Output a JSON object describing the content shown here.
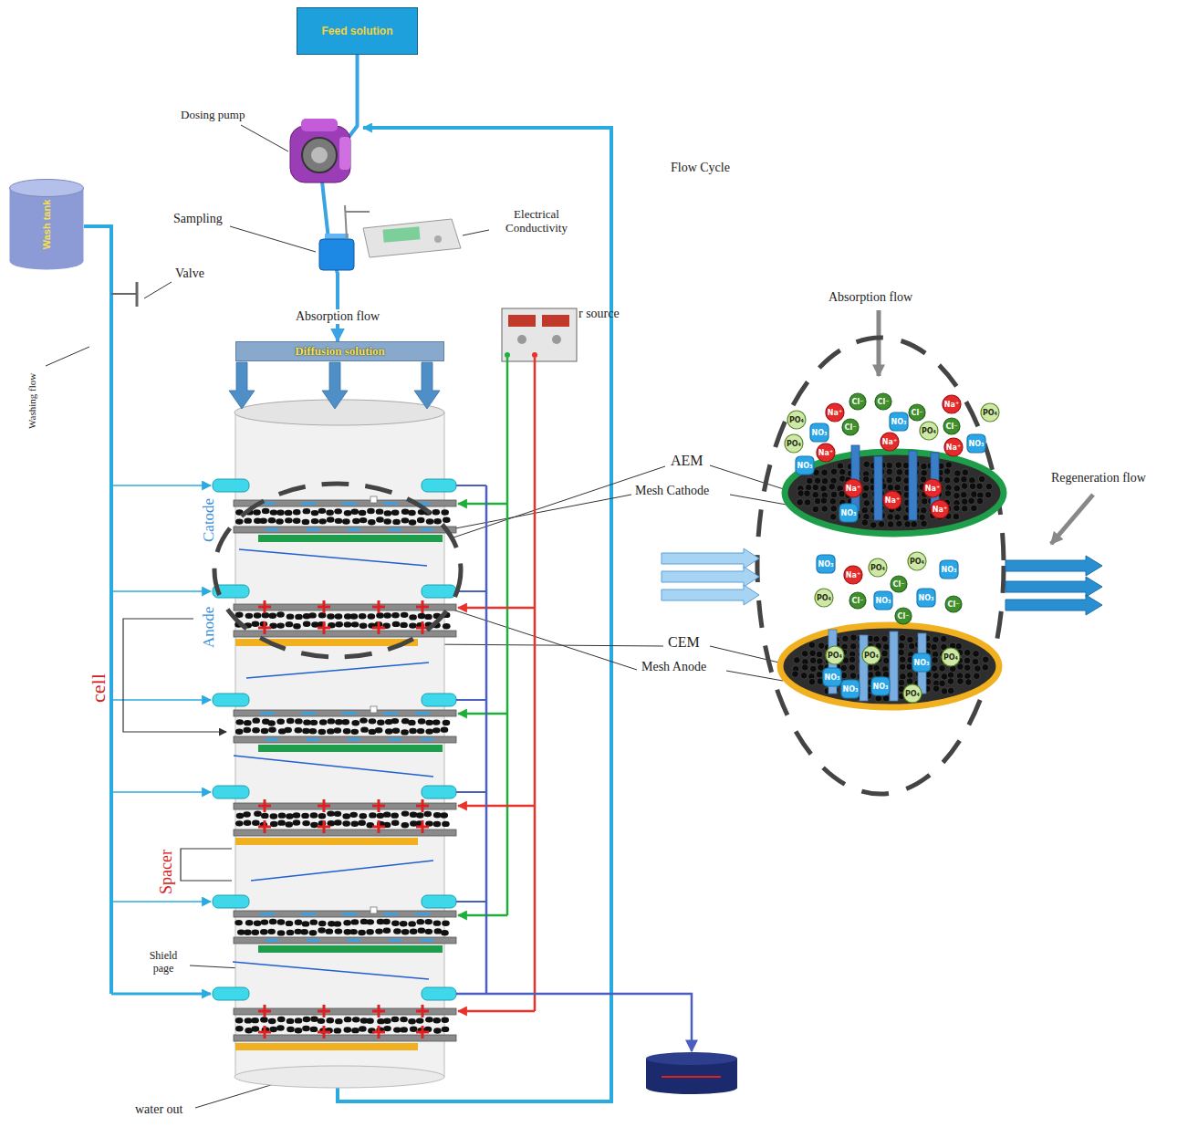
{
  "diagram": {
    "nodes": [
      {
        "text": [
          "Feed solution"
        ]
      },
      {
        "text": [
          "Wash tank"
        ]
      },
      {
        "text": [
          "Diffusion solution"
        ]
      },
      {
        "text": [
          "PO₄"
        ]
      },
      {
        "text": [
          "Na⁺"
        ]
      },
      {
        "text": [
          "Cl⁻"
        ]
      },
      {
        "text": [
          "Cl⁻"
        ]
      },
      {
        "text": [
          "Na⁺"
        ]
      },
      {
        "text": [
          "PO₄"
        ]
      },
      {
        "text": [
          "PO₄"
        ]
      },
      {
        "text": [
          "NO₃"
        ]
      },
      {
        "text": [
          "Na⁺"
        ]
      },
      {
        "text": [
          "Cl⁻"
        ]
      },
      {
        "text": [
          "Cl⁻"
        ]
      },
      {
        "text": [
          "NO₃"
        ]
      },
      {
        "text": [
          "Na⁺"
        ]
      },
      {
        "text": [
          "PO₄"
        ]
      },
      {
        "text": [
          "Cl⁻"
        ]
      },
      {
        "text": [
          "Na⁺"
        ]
      },
      {
        "text": [
          "NO₃"
        ]
      },
      {
        "text": [
          "NO₃"
        ]
      },
      {
        "text": [
          "Na⁺"
        ]
      },
      {
        "text": [
          "Na⁺"
        ]
      },
      {
        "text": [
          "Na⁺"
        ]
      },
      {
        "text": [
          "Na⁺"
        ]
      },
      {
        "text": [
          "NO₃"
        ]
      },
      {
        "text": [
          "NO₃"
        ]
      },
      {
        "text": [
          "Na⁺"
        ]
      },
      {
        "text": [
          "PO₄"
        ]
      },
      {
        "text": [
          "PO₄"
        ]
      },
      {
        "text": [
          "Cl⁻"
        ]
      },
      {
        "text": [
          "NO₃"
        ]
      },
      {
        "text": [
          "PO₄"
        ]
      },
      {
        "text": [
          "Cl⁻"
        ]
      },
      {
        "text": [
          "NO₃"
        ]
      },
      {
        "text": [
          "NO₃"
        ]
      },
      {
        "text": [
          "Cl⁻"
        ]
      },
      {
        "text": [
          "Cl⁻"
        ]
      },
      {
        "text": [
          "PO₄"
        ]
      },
      {
        "text": [
          "NO₃"
        ]
      },
      {
        "text": [
          "PO₄"
        ]
      },
      {
        "text": [
          "NO₃"
        ]
      },
      {
        "text": [
          "PO₄"
        ]
      },
      {
        "text": [
          "NO₃"
        ]
      },
      {
        "text": [
          "NO₃"
        ]
      },
      {
        "text": [
          "PO₄"
        ]
      }
    ],
    "edges": [
      {
        "from": 0,
        "to": 2,
        "arrow": "to",
        "label": "Absorption flow"
      }
    ],
    "labels": [
      "Dosing pump",
      "Sampling",
      "Electrical Conductivity",
      "Valve",
      "Washing flow",
      "Flow Cycle",
      "r source",
      "Catode",
      "Anode",
      "cell",
      "Spacer",
      "Shield page",
      "water out",
      "AEM",
      "Mesh Cathode",
      "CEM",
      "Mesh Anode",
      "Absorption flow",
      "Regeneration flow"
    ]
  }
}
